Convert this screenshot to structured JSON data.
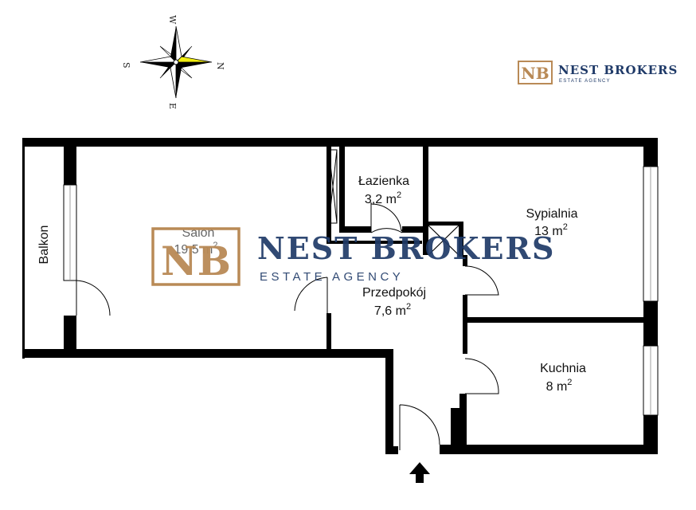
{
  "brand": {
    "monogram": "NB",
    "name": "NEST BROKERS",
    "tagline": "ESTATE AGENCY",
    "gold_color": "#b98a56",
    "navy_color": "#1f3a68"
  },
  "watermark": {
    "monogram": "NB",
    "name": "NEST BROKERS",
    "tagline": "ESTATE AGENCY"
  },
  "compass": {
    "north": "N",
    "south": "S",
    "east": "E",
    "west": "W",
    "north_color": "#f2ee10"
  },
  "rooms": {
    "balkon": {
      "name": "Balkon"
    },
    "salon": {
      "name": "Salon",
      "area": "19,5 m",
      "unit_sup": "2"
    },
    "lazienka": {
      "name": "Łazienka",
      "area": "3,2 m",
      "unit_sup": "2"
    },
    "sypialnia": {
      "name": "Sypialnia",
      "area": "13 m",
      "unit_sup": "2"
    },
    "przedpokoj": {
      "name": "Przedpokój",
      "area": "7,6 m",
      "unit_sup": "2"
    },
    "kuchnia": {
      "name": "Kuchnia",
      "area": "8 m",
      "unit_sup": "2"
    }
  },
  "entrance": {
    "icon": "entrance-arrow-icon"
  },
  "colors": {
    "wall": "#000000",
    "window": "#ffffff"
  }
}
